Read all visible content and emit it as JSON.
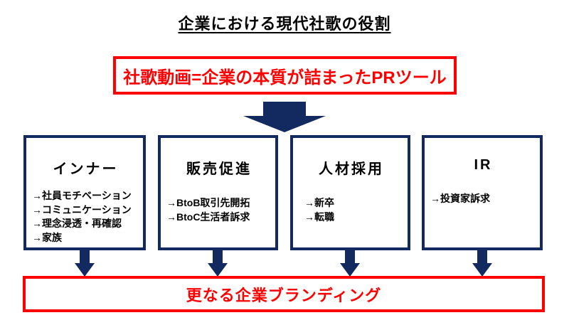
{
  "colors": {
    "navy": "#122a5f",
    "red": "#ff0000",
    "background": "#ffffff",
    "text": "#000000"
  },
  "title": "企業における現代社歌の役割",
  "banner": {
    "text": "社歌動画=企業の本質が詰まったPRツール"
  },
  "arrows": {
    "big": "down-arrow",
    "small": "down-arrow",
    "count_small": 4
  },
  "boxes": [
    {
      "title": "インナー",
      "items": [
        "→社員モチベーション",
        "→コミュニケーション",
        "→理念浸透・再確認",
        "→家族"
      ]
    },
    {
      "title": "販売促進",
      "items": [
        "→BtoB取引先開拓",
        "→BtoC生活者訴求"
      ]
    },
    {
      "title": "人材採用",
      "items": [
        "→新卒",
        "→転職"
      ]
    },
    {
      "title": "IR",
      "items": [
        "→投資家訴求"
      ]
    }
  ],
  "footer": {
    "text": "更なる企業ブランディング"
  }
}
